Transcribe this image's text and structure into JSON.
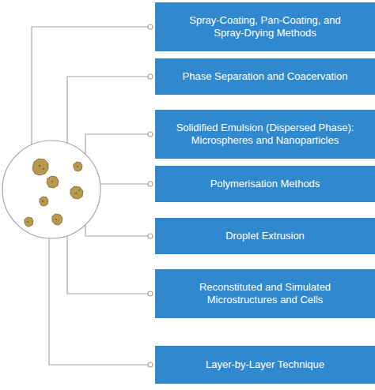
{
  "diagram": {
    "nodes": [
      {
        "text": [
          "Spray-Coating, Pan-Coating, and Spray-Drying Methods"
        ]
      },
      {
        "text": [
          "Phase Separation and Coacervation"
        ]
      },
      {
        "text": [
          "Solidified Emulsion (Dispersed Phase): Microspheres and Nanoparticles"
        ]
      },
      {
        "text": [
          "Polymerisation Methods"
        ]
      },
      {
        "text": [
          "Droplet Extrusion"
        ]
      },
      {
        "text": [
          "Reconstituted and Simulated Microstructures and Cells"
        ]
      },
      {
        "text": [
          "Layer-by-Layer Technique"
        ]
      }
    ]
  }
}
